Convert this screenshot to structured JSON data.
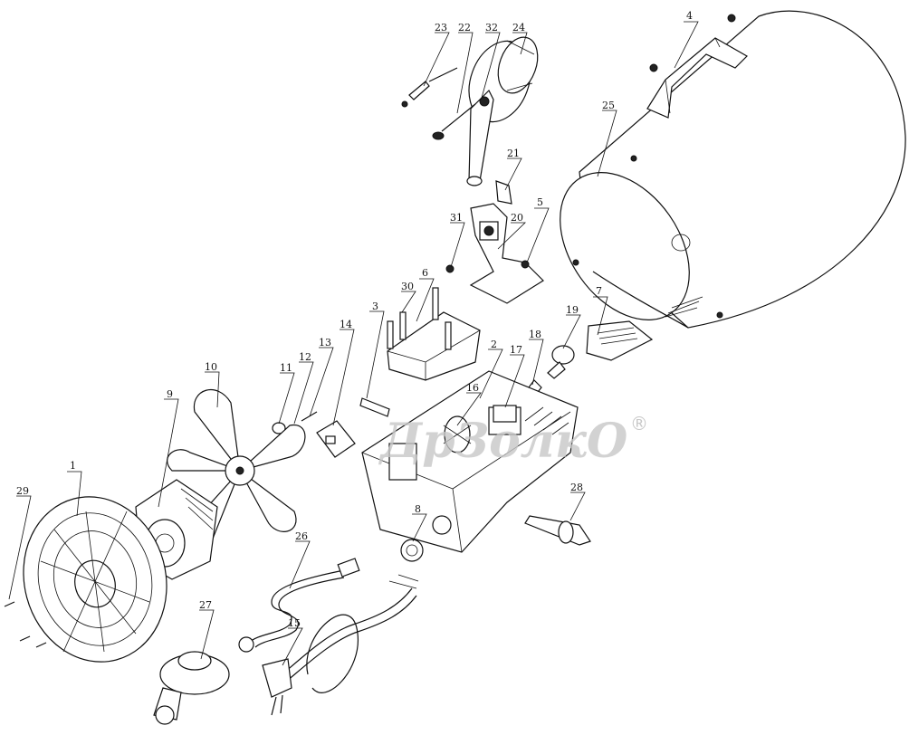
{
  "watermark": {
    "text": "ДрЗолкО",
    "mark": "®"
  },
  "labels": {
    "p1": "1",
    "p2": "2",
    "p3": "3",
    "p4": "4",
    "p5": "5",
    "p6": "6",
    "p7": "7",
    "p8": "8",
    "p9": "9",
    "p10": "10",
    "p11": "11",
    "p12": "12",
    "p13": "13",
    "p14": "14",
    "p15": "15",
    "p16": "16",
    "p17": "17",
    "p18": "18",
    "p19": "19",
    "p20": "20",
    "p21": "21",
    "p22": "22",
    "p23": "23",
    "p24": "24",
    "p25": "25",
    "p26": "26",
    "p27": "27",
    "p28": "28",
    "p29": "29",
    "p30": "30",
    "p31": "31",
    "p32": "32"
  }
}
